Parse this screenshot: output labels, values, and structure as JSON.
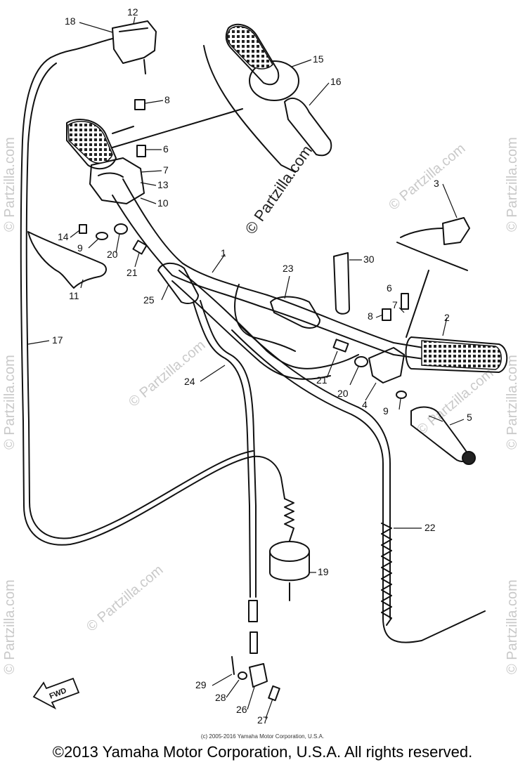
{
  "parts": [
    "1",
    "2",
    "3",
    "4",
    "5",
    "6",
    "6",
    "7",
    "7",
    "8",
    "8",
    "9",
    "9",
    "10",
    "11",
    "12",
    "13",
    "14",
    "15",
    "16",
    "17",
    "18",
    "19",
    "20",
    "20",
    "21",
    "21",
    "22",
    "23",
    "24",
    "25",
    "26",
    "27",
    "28",
    "29",
    "30"
  ],
  "watermark_main": "© Partzilla.com",
  "watermark_repeat": "© Partzilla.com",
  "fwd_label": "FWD",
  "copyright_small": "(c) 2005-2016 Yamaha Motor Corporation, U.S.A.",
  "copyright_main": "©2013 Yamaha Motor Corporation, U.S.A. All rights reserved.",
  "colors": {
    "line": "#111111",
    "watermark": "#c9c9c9"
  }
}
